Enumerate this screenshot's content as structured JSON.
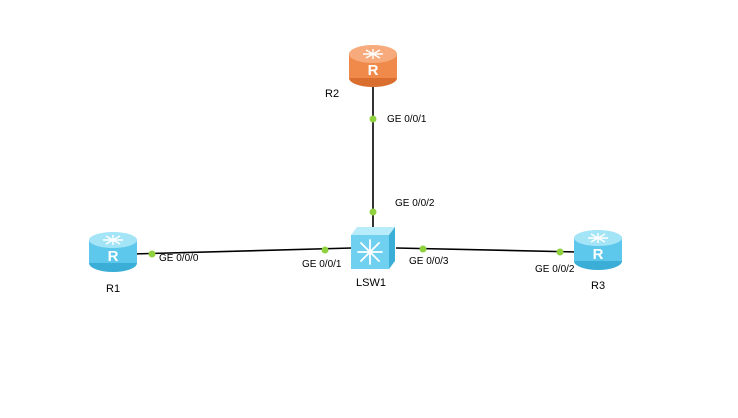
{
  "devices": {
    "r1": {
      "label": "R1",
      "type": "router",
      "color": "#5ec8ec"
    },
    "r2": {
      "label": "R2",
      "type": "router",
      "color": "#f08a4b"
    },
    "r3": {
      "label": "R3",
      "type": "router",
      "color": "#5ec8ec"
    },
    "lsw1": {
      "label": "LSW1",
      "type": "switch",
      "color": "#6fd0f0"
    }
  },
  "links": [
    {
      "from": "R2",
      "to": "LSW1",
      "from_port": "GE 0/0/1",
      "to_port": "GE 0/0/2"
    },
    {
      "from": "R1",
      "to": "LSW1",
      "from_port": "GE 0/0/0",
      "to_port": "GE 0/0/1"
    },
    {
      "from": "LSW1",
      "to": "R3",
      "from_port": "GE 0/0/3",
      "to_port": "GE 0/0/2"
    }
  ],
  "colors": {
    "link": "#000000",
    "port_dot": "#8fd13f",
    "router_glyph": "#ffffff"
  }
}
